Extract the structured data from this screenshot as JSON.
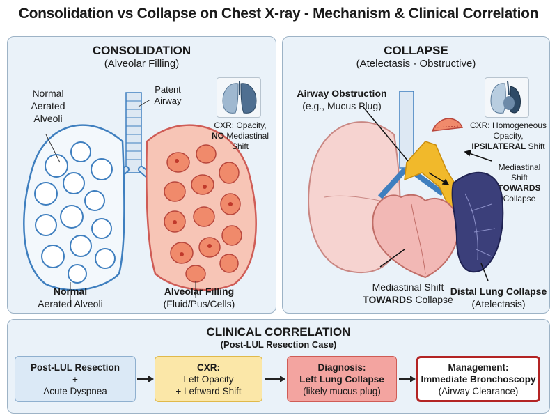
{
  "title": "Consolidation vs Collapse on Chest X-ray - Mechanism & Clinical Correlation",
  "consolidation": {
    "heading": "CONSOLIDATION",
    "subheading": "(Alveolar Filling)",
    "normal_top": [
      "Normal",
      "Aerated",
      "Alveoli"
    ],
    "patent_airway": [
      "Patent",
      "Airway"
    ],
    "cxr_note": [
      "CXR: Opacity,",
      "NO",
      " Mediastinal",
      "Shift"
    ],
    "normal_bottom_bold": "Normal",
    "normal_bottom": "Aerated Alveoli",
    "filling_bold": "Alveolar Filling",
    "filling": "(Fluid/Pus/Cells)"
  },
  "collapse": {
    "heading": "COLLAPSE",
    "subheading": "(Atelectasis - Obstructive)",
    "obstruction_bold": "Airway Obstruction",
    "obstruction": "(e.g., Mucus Plug)",
    "cxr_note": [
      "CXR: Homogeneous",
      "Opacity,",
      "IPSILATERAL",
      " Shift"
    ],
    "shift_right": [
      "Mediastinal",
      "Shift",
      "TOWARDS",
      "Collapse"
    ],
    "shift_bottom": [
      "Mediastinal Shift",
      "TOWARDS",
      " Collapse"
    ],
    "distal_bold": "Distal Lung Collapse",
    "distal": "(Atelectasis)"
  },
  "clinical": {
    "heading": "CLINICAL CORRELATION",
    "subheading": "(Post-LUL Resection Case)",
    "steps": [
      {
        "bold": "Post-LUL Resection",
        "lines": [
          "+",
          "Acute Dyspnea"
        ]
      },
      {
        "bold": "CXR:",
        "lines": [
          "Left Opacity",
          "+ Leftward Shift"
        ]
      },
      {
        "bold": "Diagnosis:",
        "lines": [
          "Left Lung Collapse",
          "(likely mucus plug)"
        ]
      },
      {
        "bold": "Management:",
        "lines": [
          "Immediate Bronchoscopy",
          "(Airway Clearance)"
        ]
      }
    ]
  },
  "colors": {
    "panel_bg": "#eaf2f9",
    "normal_lung": "#3f7fbf",
    "consolidated_fill": "#f08a6b",
    "collapsed_lung": "#3b3f7a",
    "mucus_plug": "#f1b92b",
    "management_border": "#b32424"
  }
}
